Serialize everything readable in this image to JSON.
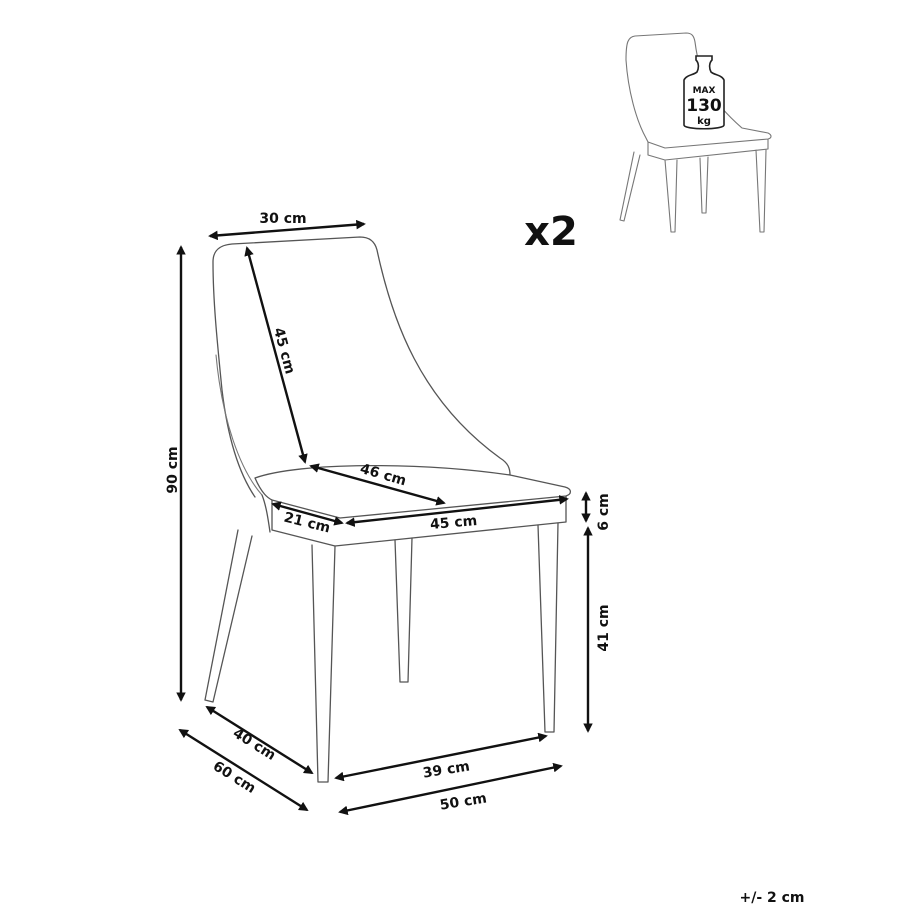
{
  "quantity": "x2",
  "tolerance": "+/- 2 cm",
  "max_load_badge": {
    "line1": "MAX",
    "line2": "130",
    "line3": "kg"
  },
  "dimensions": {
    "backrest_width": "30 cm",
    "backrest_height": "45 cm",
    "seat_depth": "46 cm",
    "seat_side": "21 cm",
    "seat_width": "45 cm",
    "seat_thickness": "6 cm",
    "seat_height": "41 cm",
    "total_height": "90 cm",
    "leg_depth": "40 cm",
    "total_depth": "60 cm",
    "leg_width": "39 cm",
    "total_width": "50 cm"
  },
  "colors": {
    "line": "#555555",
    "dimension": "#111111"
  }
}
